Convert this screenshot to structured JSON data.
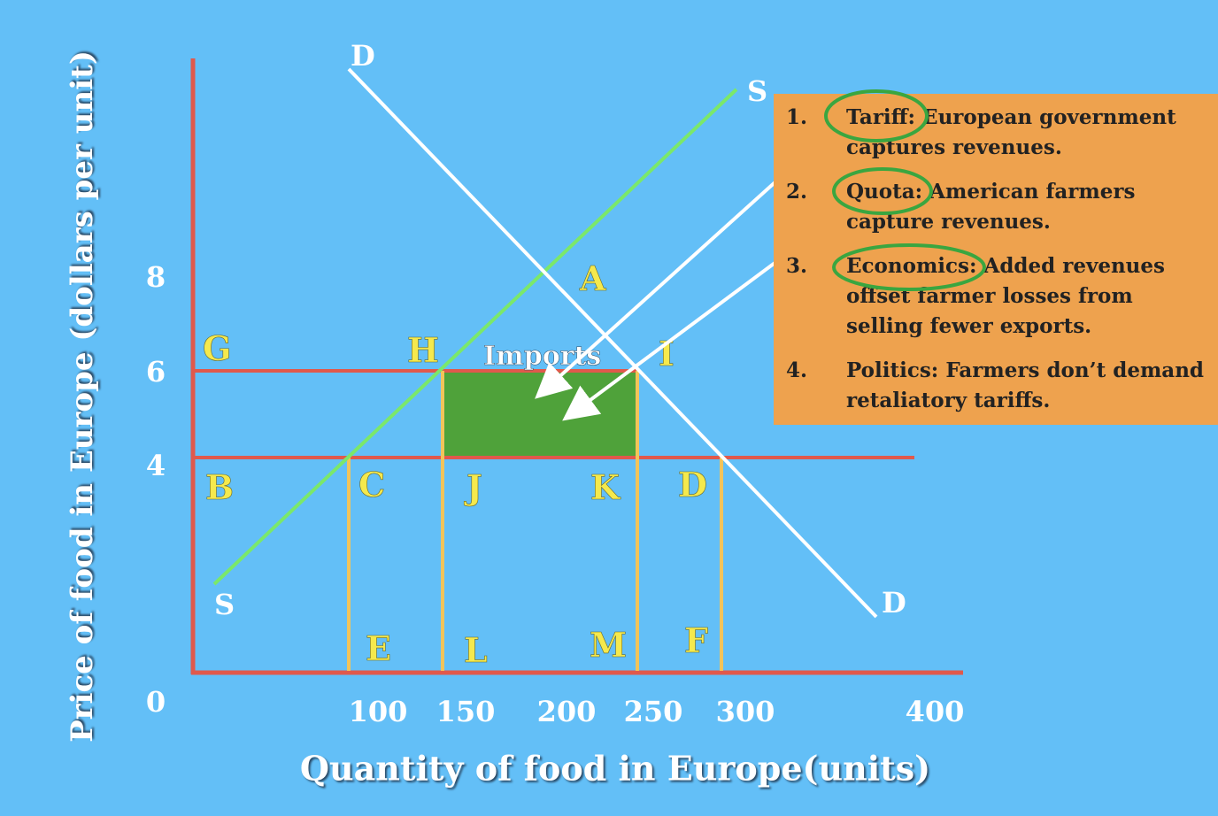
{
  "axes": {
    "y_label": "Price of food in Europe (dollars per unit)",
    "x_label": "Quantity of food in Europe(units)",
    "y_ticks": [
      "8",
      "6",
      "4",
      "0"
    ],
    "x_ticks": [
      "100",
      "150",
      "200",
      "250",
      "300",
      "400"
    ]
  },
  "curves": {
    "supply_label": "S",
    "demand_label": "D"
  },
  "point_labels": {
    "G": "G",
    "H": "H",
    "I": "I",
    "A": "A",
    "B": "B",
    "C": "C",
    "J": "J",
    "K": "K",
    "D": "D",
    "E": "E",
    "L": "L",
    "M": "M",
    "F": "F"
  },
  "imports_label": "Imports",
  "notes": [
    {
      "num": "1.",
      "lead": "Tariff:",
      "rest": " European government captures revenues."
    },
    {
      "num": "2.",
      "lead": "Quota:",
      "rest": " American farmers capture revenues."
    },
    {
      "num": "3.",
      "lead": "Economics:",
      "rest": " Added revenues offset farmer losses from selling fewer exports."
    },
    {
      "num": "4.",
      "lead": "Politics:",
      "rest": " Farmers don’t demand retaliatory tariffs."
    }
  ],
  "colors": {
    "background": "#63bff7",
    "axis": "#e0594c",
    "supply": "#7be86a",
    "demand": "#ffffff",
    "guide": "#f2c45a",
    "imports_fill": "#4fa23a",
    "panel": "#eea24e",
    "circle": "#3aa640",
    "letters": "#f5e94d"
  }
}
